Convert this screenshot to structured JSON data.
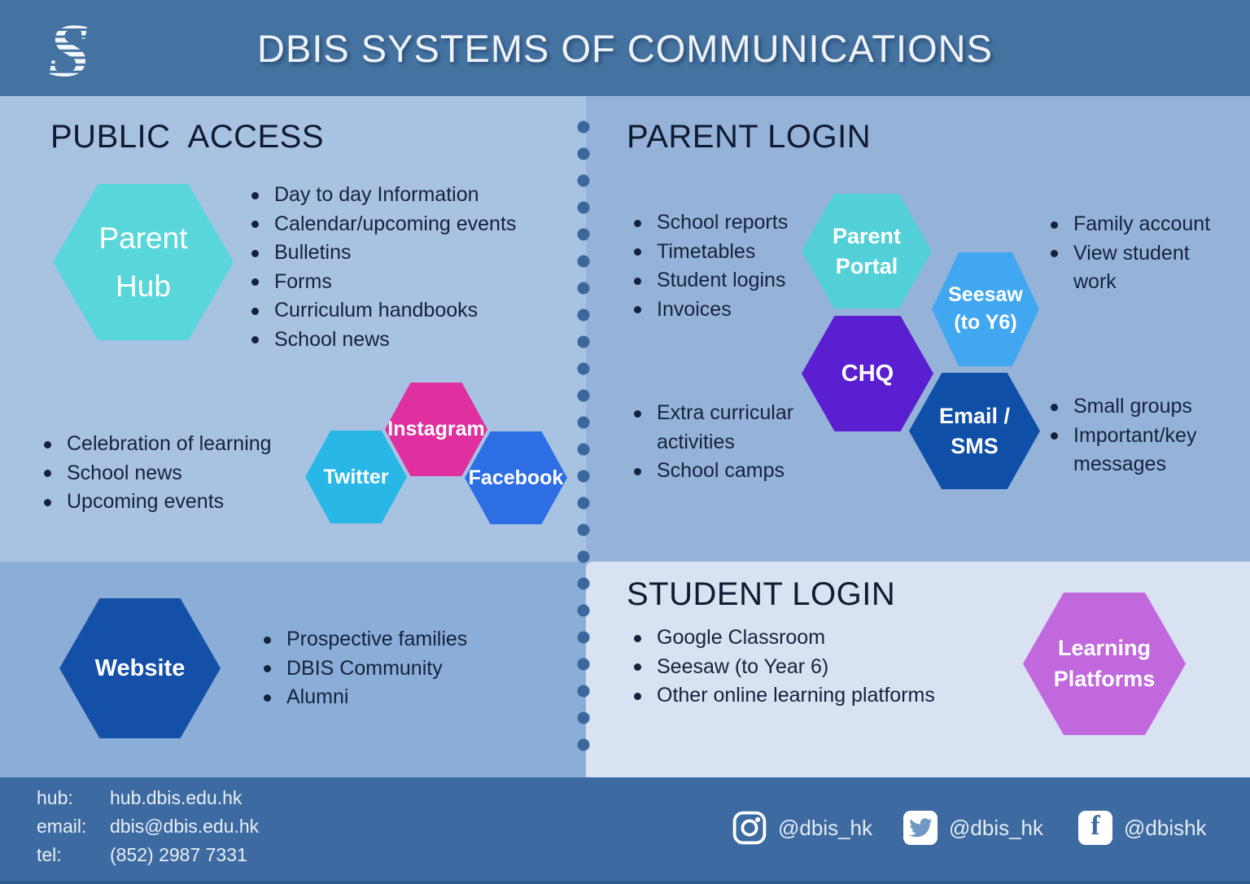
{
  "header": {
    "title": "DBIS SYSTEMS OF COMMUNICATIONS",
    "logo": "dbis-striped-s-logo"
  },
  "public_access": {
    "heading": "PUBLIC  ACCESS",
    "parent_hub": {
      "label": "Parent\nHub",
      "color": "#59d6d9"
    },
    "hub_items": [
      "Day to day Information",
      "Calendar/upcoming events",
      "Bulletins",
      "Forms",
      "Curriculum handbooks",
      "School news"
    ],
    "highlight_items": [
      "Celebration of learning",
      "School news",
      "Upcoming events"
    ],
    "twitter_hex": {
      "label": "Twitter",
      "color": "#29b7e8"
    },
    "instagram_hex": {
      "label": "Instagram",
      "color": "#e02f9f"
    },
    "facebook_hex": {
      "label": "Facebook",
      "color": "#2e6ee4"
    }
  },
  "parent_login": {
    "heading": "PARENT LOGIN",
    "portal_items": [
      "School reports",
      "Timetables",
      "Student logins",
      "Invoices"
    ],
    "account_items": [
      "Family account",
      "View student work"
    ],
    "activity_items": [
      "Extra curricular activities",
      "School camps"
    ],
    "message_items": [
      "Small groups",
      "Important/key messages"
    ],
    "parent_portal_hex": {
      "label": "Parent\nPortal",
      "color": "#53cfd8"
    },
    "seesaw_hex": {
      "label": "Seesaw\n(to Y6)",
      "color": "#41a7f1"
    },
    "chq_hex": {
      "label": "CHQ",
      "color": "#5a1fd0"
    },
    "email_sms_hex": {
      "label": "Email /\nSMS",
      "color": "#0f4fa8"
    }
  },
  "website": {
    "hexagon": {
      "label": "Website",
      "color": "#1450a8"
    },
    "items": [
      "Prospective families",
      "DBIS Community",
      "Alumni"
    ]
  },
  "student_login": {
    "heading": "STUDENT LOGIN",
    "items": [
      "Google Classroom",
      "Seesaw (to Year 6)",
      "Other online learning platforms"
    ],
    "hexagon": {
      "label": "Learning\nPlatforms",
      "color": "#c168dd"
    }
  },
  "footer": {
    "contacts": [
      {
        "label": "hub:",
        "value": "hub.dbis.edu.hk"
      },
      {
        "label": "email:",
        "value": "dbis@dbis.edu.hk"
      },
      {
        "label": "tel:",
        "value": "(852) 2987 7331"
      }
    ],
    "socials": [
      {
        "icon": "instagram-icon",
        "handle": "@dbis_hk"
      },
      {
        "icon": "twitter-icon",
        "handle": "@dbis_hk"
      },
      {
        "icon": "facebook-icon",
        "handle": "@dbishk"
      }
    ]
  },
  "colors": {
    "header_bar": "#4472a1",
    "footer_bar": "#3d6aa0",
    "quad_top_left": "#a8c3e2",
    "quad_top_right": "#95b3d9",
    "quad_bottom_left": "#8aaed8",
    "quad_bottom_right": "#d8e2f3",
    "divider_dot": "#3a689e",
    "body_text": "#16223c"
  }
}
